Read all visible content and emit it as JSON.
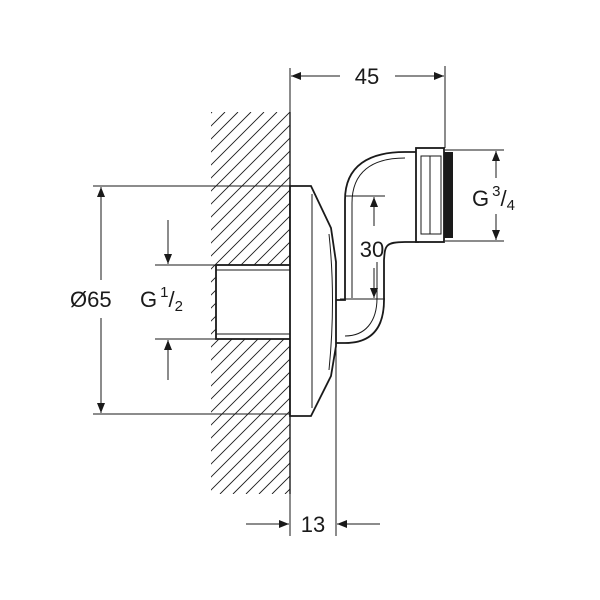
{
  "dimensions": {
    "depth_45": "45",
    "offset_30": "30",
    "flange_13": "13",
    "diameter_prefix": "Ø65",
    "inlet_thread_g": "G",
    "inlet_thread_num": "1",
    "inlet_thread_slash": "/",
    "inlet_thread_den": "2",
    "outlet_thread_g": "G",
    "outlet_thread_num": "3",
    "outlet_thread_slash": "/",
    "outlet_thread_den": "4"
  },
  "colors": {
    "line": "#1a1a1a",
    "background": "#ffffff"
  }
}
